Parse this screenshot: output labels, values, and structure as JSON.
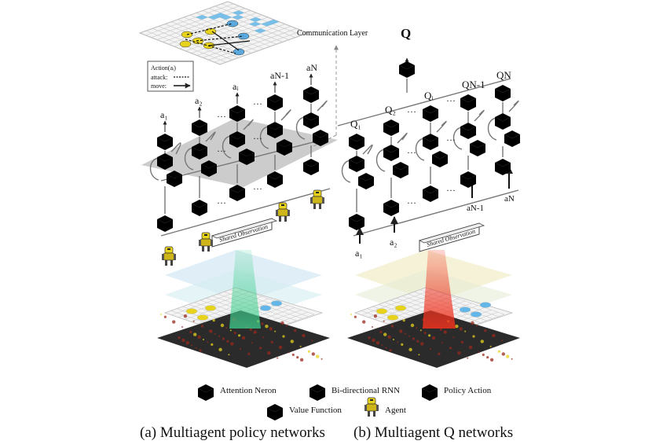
{
  "comm_layer_label": "Communication Layer",
  "action_legend": {
    "title": "Action(aᵢ)",
    "attack": "attack:",
    "move": "move:"
  },
  "policy_side": {
    "outputs": [
      "a₁",
      "a₂",
      "aᵢ",
      "aN-1",
      "aN"
    ]
  },
  "q_side": {
    "top": "Q",
    "q_values": [
      "Q₁",
      "Q₂",
      "Qᵢ",
      "QN-1",
      "QN"
    ],
    "inputs_bottom": [
      "a₁",
      "a₂"
    ],
    "inputs_right": [
      "aN-1",
      "aN"
    ]
  },
  "shared_observation": "Shared Observation",
  "dots": "···",
  "legend": {
    "attention": "Attention Neron",
    "birnn": "Bi-directional RNN",
    "policy_action": "Policy Action",
    "value_function": "Value Function",
    "agent": "Agent"
  },
  "captions": {
    "a": "(a) Multiagent policy networks",
    "b": "(b) Multiagent Q networks"
  },
  "colors": {
    "attention": "#c8c8c8",
    "birnn": "#6b6b6b",
    "policy_action": "#141414",
    "value_function": "#ffffff",
    "grid_blue": "#62b7e8",
    "agent_yellow": "#e8d31c",
    "beam_green": "#3fcf8e",
    "beam_red": "#f0321e"
  }
}
